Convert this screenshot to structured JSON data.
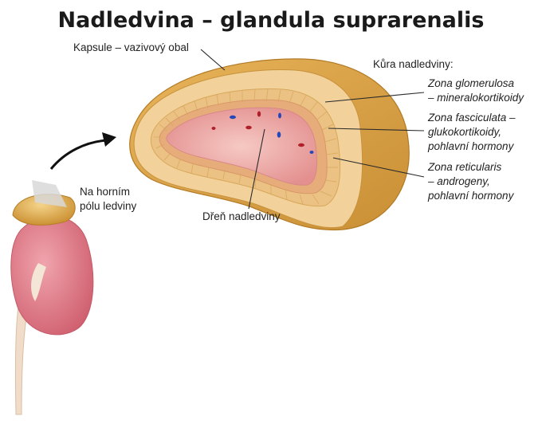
{
  "title": "Nadledvina – glandula suprarenalis",
  "labels": {
    "capsule": "Kapsule – vazivový obal",
    "cortex_heading": "Kůra nadledviny:",
    "zona_glomerulosa": [
      "Zona glomerulosa",
      "– mineralokortikoidy"
    ],
    "zona_fasciculata": [
      "Zona fasciculata –",
      "glukokortikoidy,",
      "pohlavní hormony"
    ],
    "zona_reticularis": [
      "Zona reticularis",
      "– androgeny,",
      "pohlavní hormony"
    ],
    "medulla": "Dřeň nadledviny",
    "location": [
      "Na horním",
      "pólu ledviny"
    ]
  },
  "colors": {
    "capsule": "#d9a441",
    "cortex_outer": "#f2d29a",
    "cortex_stripes": "#e3b36a",
    "medulla": "#e79a9a",
    "medulla_light": "#f3c0bc",
    "kidney": "#d96e7c",
    "vessel_red": "#b0202a",
    "vessel_blue": "#2548b8"
  }
}
